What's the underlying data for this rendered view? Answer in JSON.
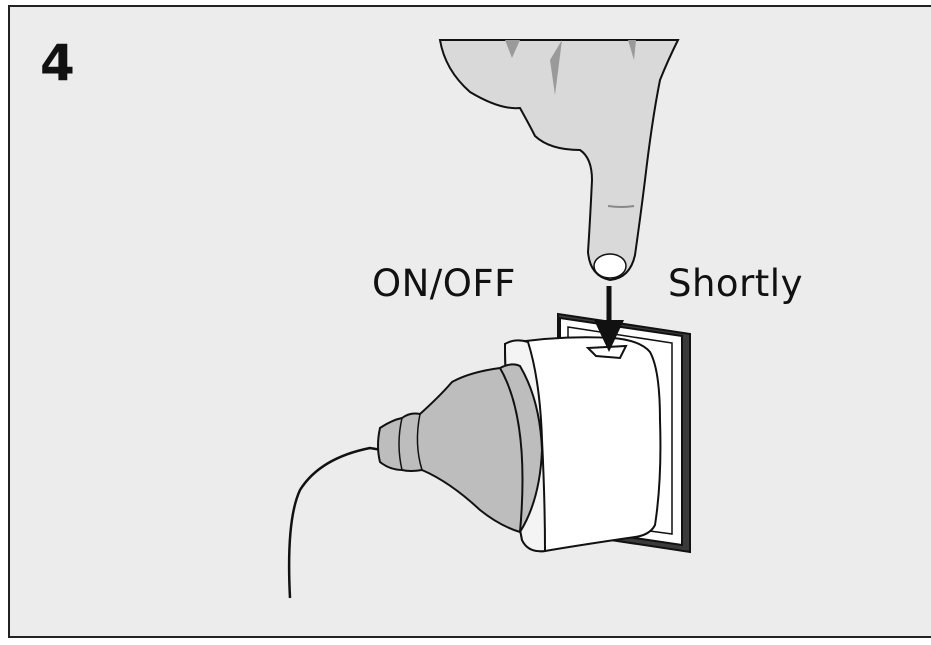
{
  "step": {
    "number": "4"
  },
  "labels": {
    "button": "ON/OFF",
    "duration": "Shortly"
  },
  "colors": {
    "background": "#ececec",
    "outline": "#111111",
    "plug_body": "#ffffff",
    "cord_plug": "#bdbdbd",
    "finger": "#d9d9d9",
    "wall_plate_shadow": "#3a3a3a"
  },
  "icons": [
    "pointing-finger",
    "down-arrow",
    "smart-plug",
    "wall-socket",
    "power-cord"
  ]
}
